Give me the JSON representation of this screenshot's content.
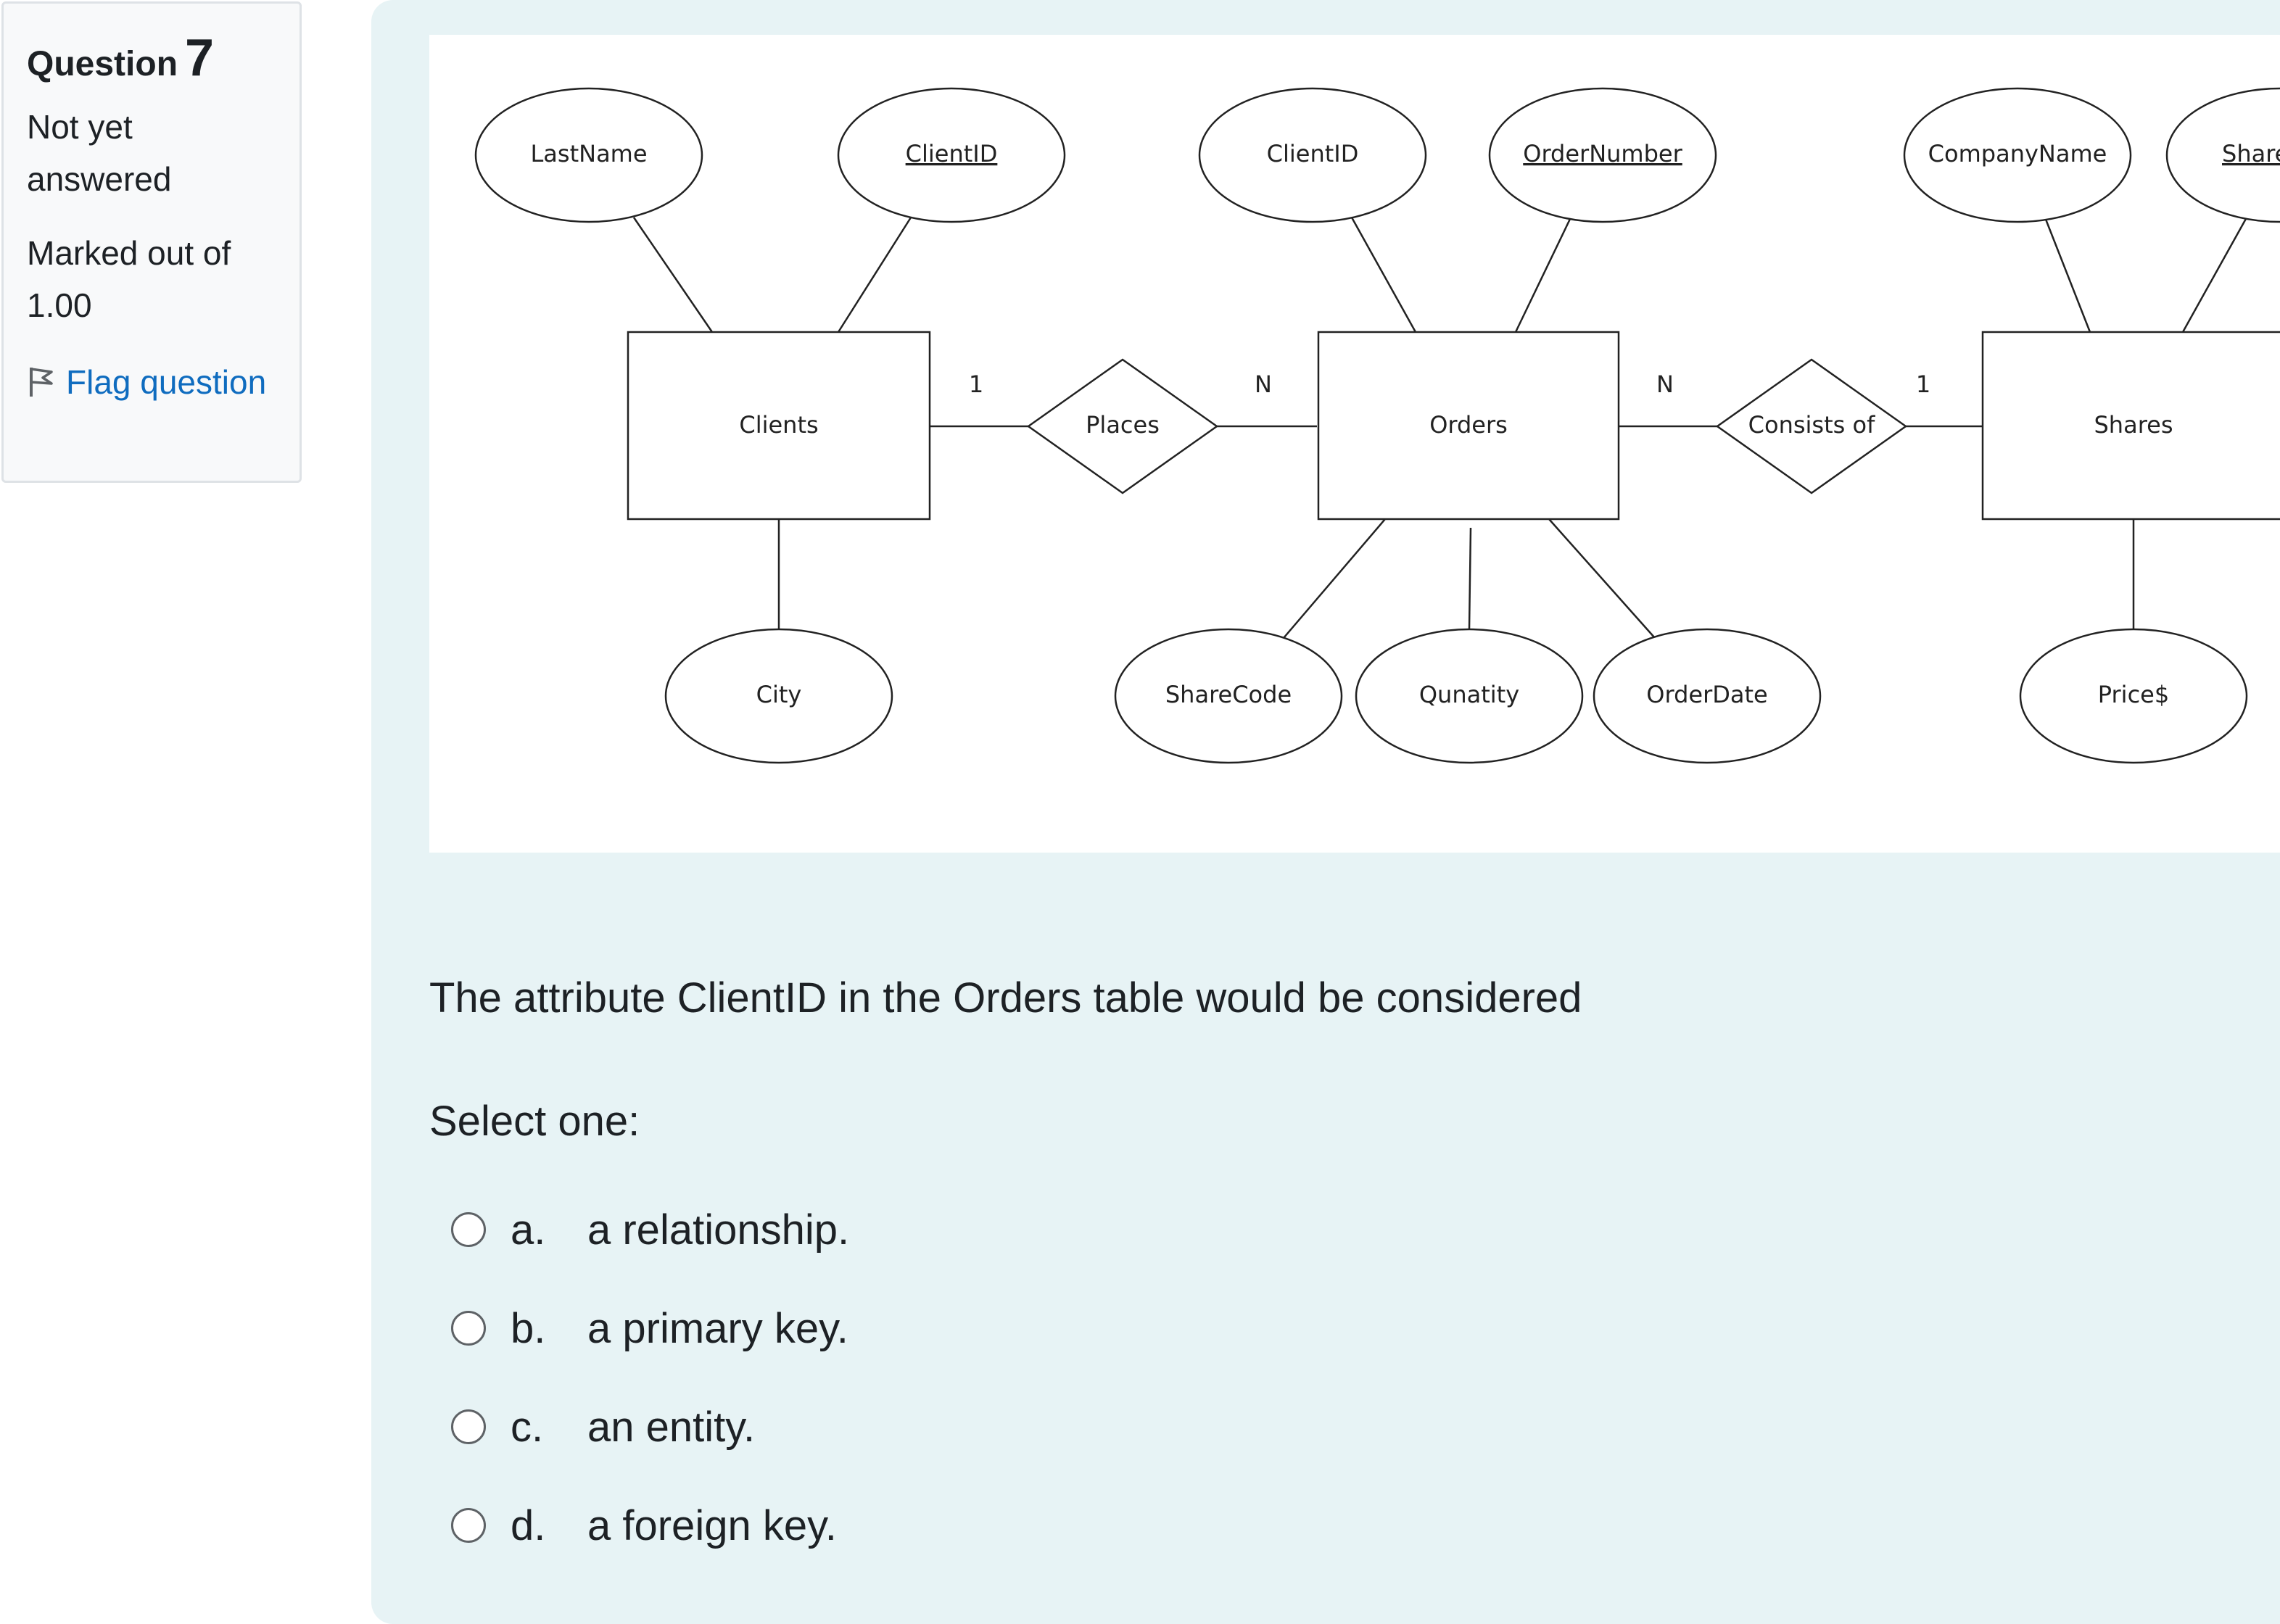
{
  "question_info": {
    "heading_label": "Question",
    "number": "7",
    "state": "Not yet answered",
    "grade": "Marked out of 1.00",
    "flag_label": "Flag question"
  },
  "diagram": {
    "entities": {
      "clients": "Clients",
      "orders": "Orders",
      "shares": "Shares"
    },
    "relationships": {
      "places": "Places",
      "consists_of": "Consists of"
    },
    "cardinalities": {
      "clients_places": "1",
      "places_orders": "N",
      "orders_consists": "N",
      "consists_shares": "1"
    },
    "attributes": {
      "clients_lastname": "LastName",
      "clients_clientid": "ClientID",
      "clients_city": "City",
      "orders_clientid": "ClientID",
      "orders_ordernumber": "OrderNumber",
      "orders_sharecode": "ShareCode",
      "orders_qunatity": "Qunatity",
      "orders_orderdate": "OrderDate",
      "shares_companyname": "CompanyName",
      "shares_sharecode_partial": "Share",
      "shares_price": "Price$"
    }
  },
  "question": {
    "text": "The attribute ClientID in the Orders table would be considered",
    "prompt": "Select one:",
    "options": [
      {
        "letter": "a.",
        "text": "a relationship."
      },
      {
        "letter": "b.",
        "text": "a primary key."
      },
      {
        "letter": "c.",
        "text": "an entity."
      },
      {
        "letter": "d.",
        "text": "a foreign key."
      }
    ]
  },
  "colors": {
    "link": "#0f6cbf",
    "content_background": "#e7f3f5",
    "info_background": "#f8f9fa"
  }
}
